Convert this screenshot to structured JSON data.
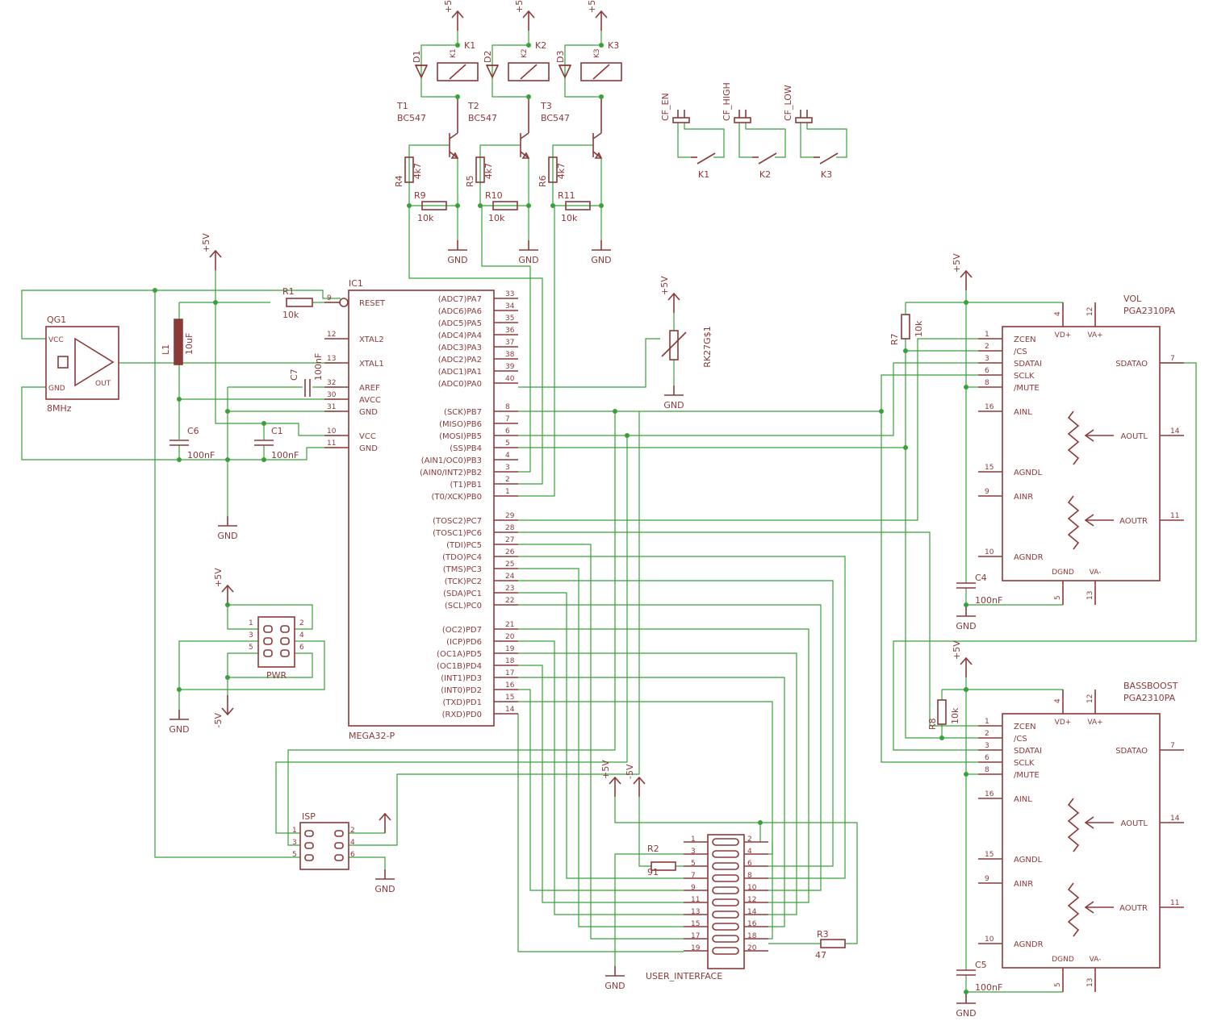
{
  "colors": {
    "symbol": "#8b3a3a",
    "wire": "#3aa03a",
    "junction": "#3aa03a",
    "background": "#ffffff"
  },
  "supply": {
    "vcc": "+5V",
    "vee": "-5V",
    "gnd": "GND"
  },
  "relays": [
    {
      "diode": "D1",
      "coil": "K1",
      "transistor": "T1",
      "tr_value": "BC547",
      "rb": "R4",
      "rb_value": "4k7",
      "rbe": "R9",
      "rbe_value": "10k"
    },
    {
      "diode": "D2",
      "coil": "K2",
      "transistor": "T2",
      "tr_value": "BC547",
      "rb": "R5",
      "rb_value": "4k7",
      "rbe": "R10",
      "rbe_value": "10k"
    },
    {
      "diode": "D3",
      "coil": "K3",
      "transistor": "T3",
      "tr_value": "BC547",
      "rb": "R6",
      "rb_value": "4k7",
      "rbe": "R11",
      "rbe_value": "10k"
    }
  ],
  "contacts": [
    {
      "name": "CF_EN",
      "relay": "K1"
    },
    {
      "name": "CF_HIGH",
      "relay": "K2"
    },
    {
      "name": "CF_LOW",
      "relay": "K3"
    }
  ],
  "osc": {
    "name": "QG1",
    "value": "8MHz",
    "vcc": "VCC",
    "gnd": "GND",
    "out": "OUT"
  },
  "passives": {
    "R1": "R1",
    "R1v": "10k",
    "L1": "L1",
    "L1v": "10uF",
    "C6": "C6",
    "C6v": "100nF",
    "C1": "C1",
    "C1v": "100nF",
    "C7": "C7",
    "C7v": "100nF",
    "RK": "RK27G$1",
    "R7": "R7",
    "R7v": "10k",
    "R8": "R8",
    "R8v": "10k",
    "C4": "C4",
    "C4v": "100nF",
    "C5": "C5",
    "C5v": "100nF",
    "R2": "R2",
    "R2v": "91",
    "R3": "R3",
    "R3v": "47"
  },
  "mcu": {
    "name": "IC1",
    "value": "MEGA32-P",
    "left": [
      {
        "pin": "9",
        "label": "RESET"
      },
      {
        "pin": "12",
        "label": "XTAL2"
      },
      {
        "pin": "13",
        "label": "XTAL1"
      },
      {
        "pin": "32",
        "label": "AREF"
      },
      {
        "pin": "30",
        "label": "AVCC"
      },
      {
        "pin": "31",
        "label": "GND"
      },
      {
        "pin": "10",
        "label": "VCC"
      },
      {
        "pin": "11",
        "label": "GND"
      }
    ],
    "right": [
      {
        "pin": "33",
        "label": "(ADC7)PA7"
      },
      {
        "pin": "34",
        "label": "(ADC6)PA6"
      },
      {
        "pin": "35",
        "label": "(ADC5)PA5"
      },
      {
        "pin": "36",
        "label": "(ADC4)PA4"
      },
      {
        "pin": "37",
        "label": "(ADC3)PA3"
      },
      {
        "pin": "38",
        "label": "(ADC2)PA2"
      },
      {
        "pin": "39",
        "label": "(ADC1)PA1"
      },
      {
        "pin": "40",
        "label": "(ADC0)PA0"
      },
      {
        "pin": "8",
        "label": "(SCK)PB7"
      },
      {
        "pin": "7",
        "label": "(MISO)PB6"
      },
      {
        "pin": "6",
        "label": "(MOSI)PB5"
      },
      {
        "pin": "5",
        "label": "(SS)PB4"
      },
      {
        "pin": "4",
        "label": "(AIN1/OC0)PB3"
      },
      {
        "pin": "3",
        "label": "(AIN0/INT2)PB2"
      },
      {
        "pin": "2",
        "label": "(T1)PB1"
      },
      {
        "pin": "1",
        "label": "(T0/XCK)PB0"
      },
      {
        "pin": "29",
        "label": "(TOSC2)PC7"
      },
      {
        "pin": "28",
        "label": "(TOSC1)PC6"
      },
      {
        "pin": "27",
        "label": "(TDI)PC5"
      },
      {
        "pin": "26",
        "label": "(TDO)PC4"
      },
      {
        "pin": "25",
        "label": "(TMS)PC3"
      },
      {
        "pin": "24",
        "label": "(TCK)PC2"
      },
      {
        "pin": "23",
        "label": "(SDA)PC1"
      },
      {
        "pin": "22",
        "label": "(SCL)PC0"
      },
      {
        "pin": "21",
        "label": "(OC2)PD7"
      },
      {
        "pin": "20",
        "label": "(ICP)PD6"
      },
      {
        "pin": "19",
        "label": "(OC1A)PD5"
      },
      {
        "pin": "18",
        "label": "(OC1B)PD4"
      },
      {
        "pin": "17",
        "label": "(INT1)PD3"
      },
      {
        "pin": "16",
        "label": "(INT0)PD2"
      },
      {
        "pin": "15",
        "label": "(TXD)PD1"
      },
      {
        "pin": "14",
        "label": "(RXD)PD0"
      }
    ]
  },
  "pwr": {
    "name": "PWR",
    "pins": [
      "1",
      "2",
      "3",
      "4",
      "5",
      "6"
    ]
  },
  "isp": {
    "name": "ISP",
    "pins": [
      "1",
      "2",
      "3",
      "4",
      "5",
      "6"
    ]
  },
  "ui": {
    "name": "USER_INTERFACE",
    "pins": [
      "1",
      "2",
      "3",
      "4",
      "5",
      "6",
      "7",
      "8",
      "9",
      "10",
      "11",
      "12",
      "13",
      "14",
      "15",
      "16",
      "17",
      "18",
      "19",
      "20"
    ]
  },
  "pga": [
    {
      "name": "VOL",
      "value": "PGA2310PA"
    },
    {
      "name": "BASSBOOST",
      "value": "PGA2310PA"
    }
  ],
  "pga_pins": {
    "left": [
      {
        "pin": "1",
        "label": "ZCEN"
      },
      {
        "pin": "2",
        "label": "/CS"
      },
      {
        "pin": "3",
        "label": "SDATAI"
      },
      {
        "pin": "6",
        "label": "SCLK"
      },
      {
        "pin": "8",
        "label": "/MUTE"
      },
      {
        "pin": "16",
        "label": "AINL"
      },
      {
        "pin": "15",
        "label": "AGNDL"
      },
      {
        "pin": "9",
        "label": "AINR"
      },
      {
        "pin": "10",
        "label": "AGNDR"
      }
    ],
    "top": [
      {
        "pin": "4",
        "label": "VD+"
      },
      {
        "pin": "12",
        "label": "VA+"
      }
    ],
    "bottom": [
      {
        "pin": "5",
        "label": "DGND"
      },
      {
        "pin": "13",
        "label": "VA-"
      }
    ],
    "right": [
      {
        "pin": "7",
        "label": "SDATAO"
      },
      {
        "pin": "14",
        "label": "AOUTL"
      },
      {
        "pin": "11",
        "label": "AOUTR"
      }
    ]
  }
}
